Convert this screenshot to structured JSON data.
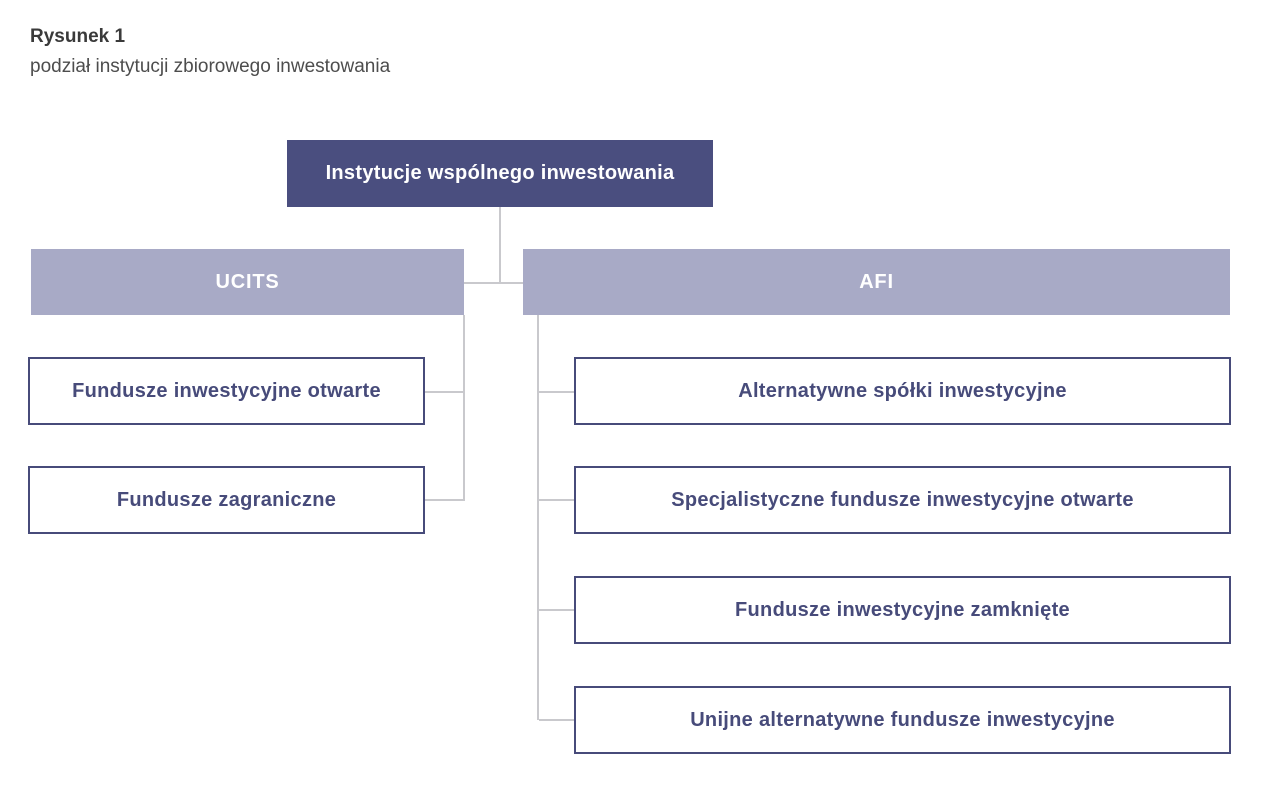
{
  "figure": {
    "label": "Rysunek 1",
    "caption": "podział instytucji zbiorowego inwestowania"
  },
  "tree": {
    "root": "Instytucje wspólnego inwestowania",
    "branches": [
      {
        "label": "UCITS",
        "children": [
          "Fundusze inwestycyjne otwarte",
          "Fundusze zagraniczne"
        ]
      },
      {
        "label": "AFI",
        "children": [
          "Alternatywne spółki inwestycyjne",
          "Specjalistyczne fundusze inwestycyjne otwarte",
          "Fundusze inwestycyjne zamknięte",
          "Unijne alternatywne fundusze inwestycyjne"
        ]
      }
    ]
  },
  "colors": {
    "root_bg": "#4a4e7f",
    "branch_bg": "#a8aac6",
    "leaf_border": "#474b7a",
    "leaf_text": "#474b7a",
    "header_text": "#ffffff",
    "connector": "#c9c9cd",
    "title_text": "#3a3a3a",
    "caption_text": "#4d4d4d",
    "background": "#ffffff"
  }
}
